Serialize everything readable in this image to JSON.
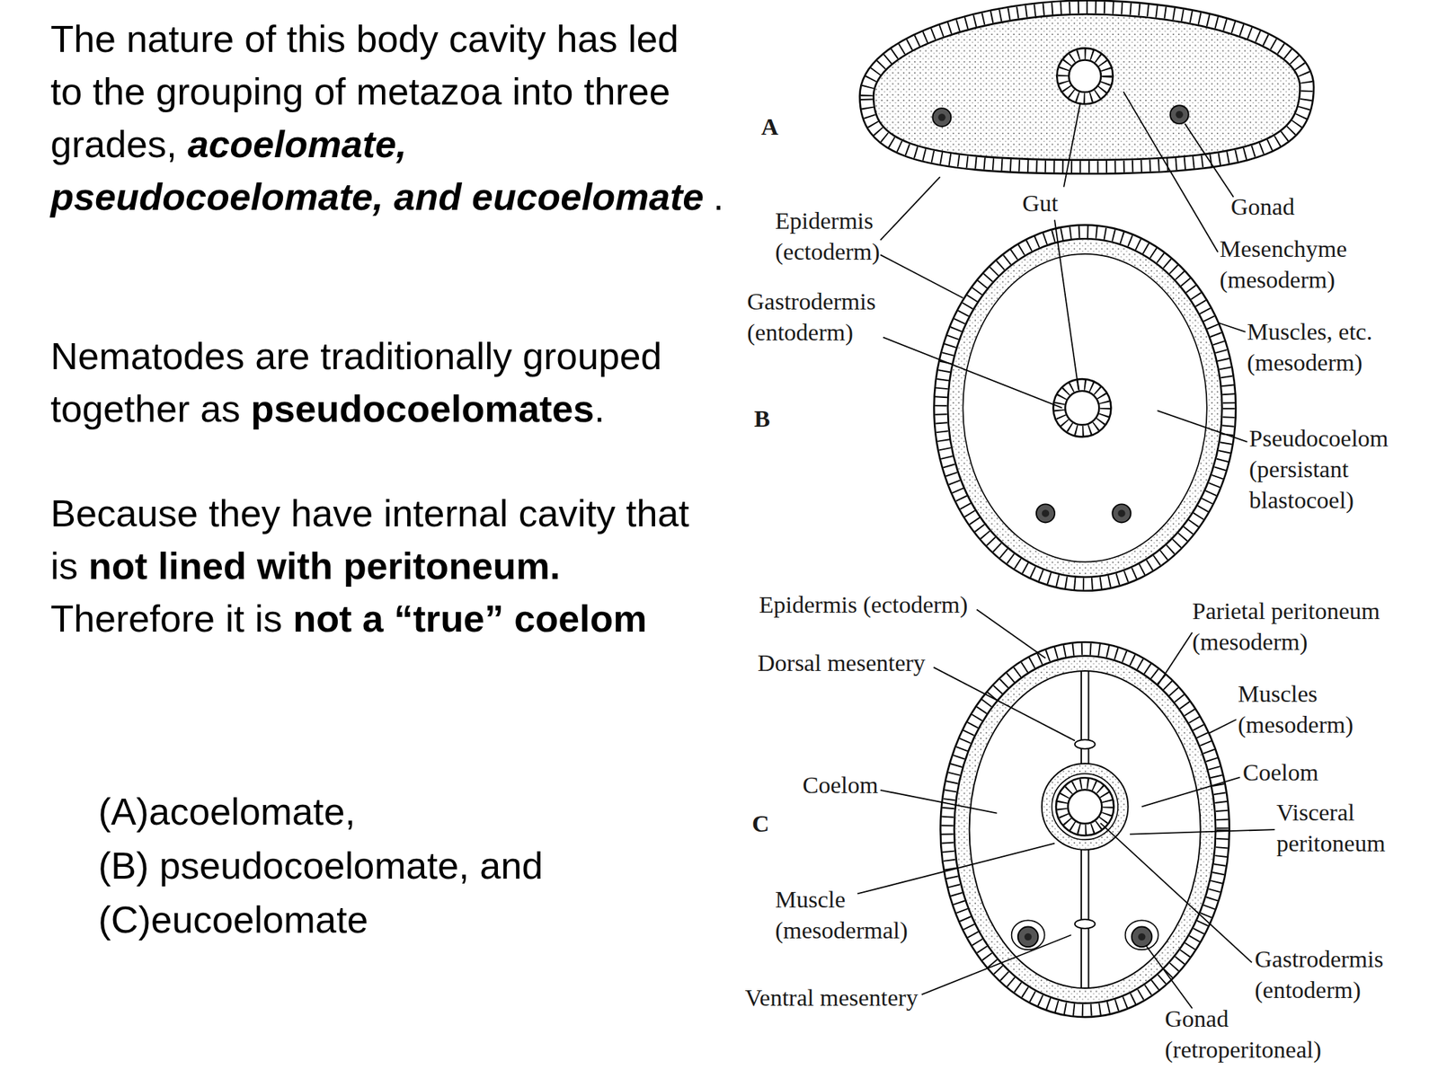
{
  "diagram": {
    "labels": [
      "The nature of this body cavity has led to the grouping of metazoa into three grades,",
      "acoelomate,",
      "pseudocoelomate, and eucoelomate",
      ".",
      "Nematodes are traditionally grouped together as",
      "pseudocoelomates",
      ".",
      "Because they have internal cavity that is",
      "not lined with peritoneum.",
      "Therefore it is",
      "not a “true” coelom",
      "(A)acoelomate,",
      "(B) pseudocoelomate, and",
      "(C)eucoelomate",
      "A",
      "Epidermis (ectoderm)",
      "Gut",
      "Gonad",
      "Mesenchyme (mesoderm)",
      "Gastrodermis (entoderm)",
      "Muscles, etc. (mesoderm)",
      "B",
      "Pseudocoelom (persistant blastocoel)",
      "Epidermis (ectoderm)",
      "Dorsal mesentery",
      "Parietal peritoneum (mesoderm)",
      "Muscles (mesoderm)",
      "Coelom",
      "Coelom",
      "C",
      "Visceral peritoneum",
      "Muscle (mesodermal)",
      "Ventral mesentery",
      "Gastrodermis (entoderm)",
      "Gonad (retroperitoneal)"
    ]
  }
}
